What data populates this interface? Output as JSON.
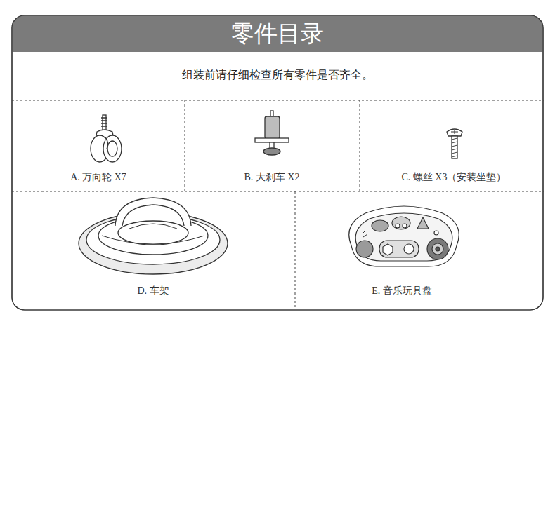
{
  "diagram": {
    "title": "零件目录",
    "labels": [
      "组装前请仔细检查所有零件是否齐全。",
      "A. 万向轮 X7",
      "B. 大刹车 X2",
      "C. 螺丝 X3（安装坐垫）",
      "D. 车架",
      "E. 音乐玩具盘"
    ]
  }
}
